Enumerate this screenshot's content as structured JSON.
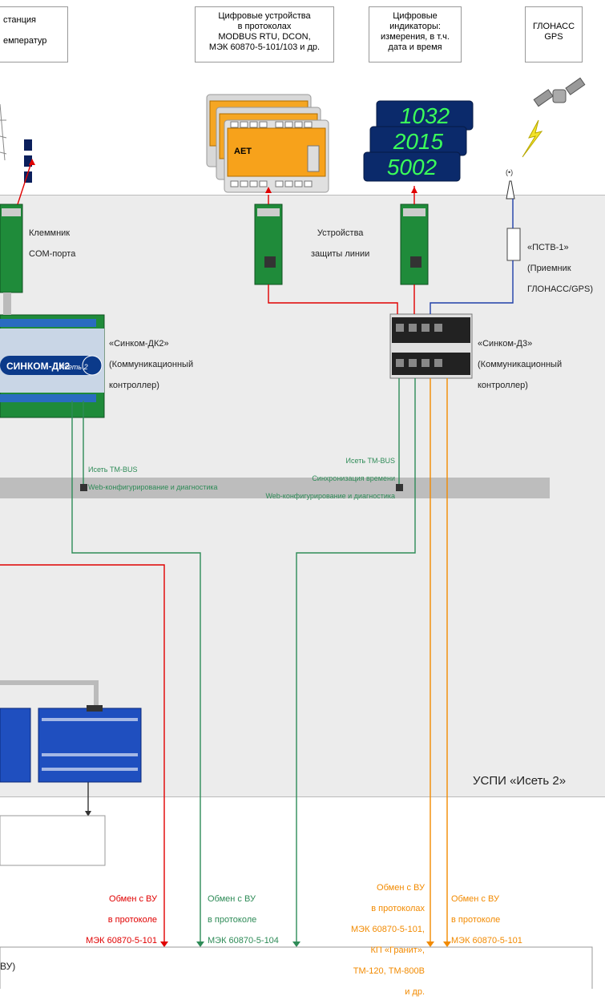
{
  "top_boxes": {
    "station": [
      "станция",
      "емператур"
    ],
    "digital_devices": [
      "Цифровые устройства",
      "в протоколах",
      "MODBUS RTU, DCON,",
      "МЭК 60870-5-101/103 и др."
    ],
    "digital_indicators": [
      "Цифровые",
      "индикаторы:",
      "измерения, в т.ч.",
      "дата и время"
    ],
    "glonass": [
      "ГЛОНАСС",
      "GPS"
    ]
  },
  "indicator_values": [
    "1032",
    "2015",
    "5002"
  ],
  "aet_label": "AET",
  "labels": {
    "com_terminal": [
      "Клеммник",
      "COM-порта"
    ],
    "line_protection": [
      "Устройства",
      "защиты линии"
    ],
    "pstv": [
      "«ПСТВ-1»",
      "(Приемник",
      "ГЛОНАСС/GPS)"
    ],
    "dk2": [
      "«Синком-ДК2»",
      "(Коммуникационный",
      "контроллер)"
    ],
    "d3": [
      "«Синком-Д3»",
      "(Коммуникационный",
      "контроллер)"
    ],
    "dk2_panel": "СИНКОМ-ДК2",
    "dk2_panel_sub": "Исеть 2",
    "bus_left": [
      "Исеть TM-BUS",
      "Web-конфигурирование и диагностика"
    ],
    "bus_right": [
      "Исеть TM-BUS",
      "Синхронизация времени",
      "Web-конфигурирование и диагностика"
    ],
    "uspi": "УСПИ «Исеть 2»",
    "ex_red": [
      "Обмен с ВУ",
      "в протоколе",
      "МЭК 60870-5-101"
    ],
    "ex_green": [
      "Обмен с ВУ",
      "в протоколе",
      "МЭК 60870-5-104"
    ],
    "ex_orange1": [
      "Обмен с ВУ",
      "в протоколах",
      "МЭК 60870-5-101,",
      "КП «Гранит»,",
      "ТМ-120, ТМ-800В",
      "и др."
    ],
    "ex_orange2": [
      "Обмен с ВУ",
      "в протоколе",
      "МЭК 60870-5-101"
    ],
    "bottom": "ВУ)"
  },
  "colors": {
    "red": "#e00000",
    "green": "#2e8b57",
    "orange": "#f28a00",
    "blue": "#1f3fa8",
    "panel": "#ececec"
  }
}
